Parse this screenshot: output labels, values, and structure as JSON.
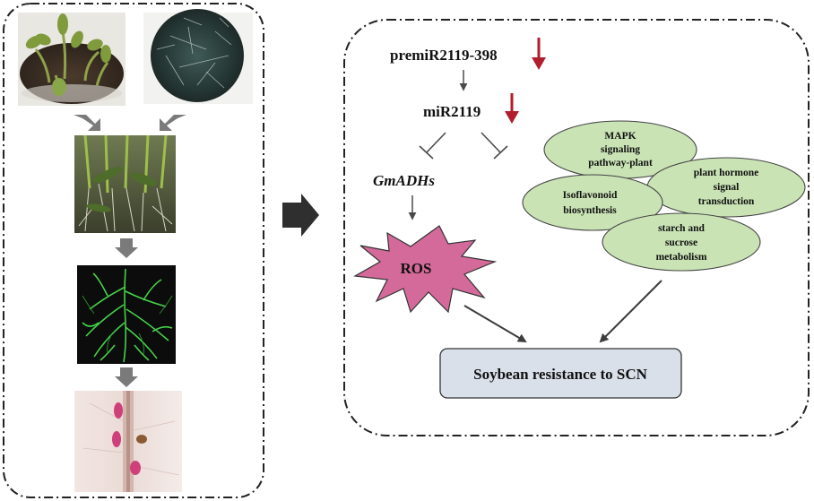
{
  "left_panel": {
    "photos": [
      {
        "name": "soybean-seedlings-photo",
        "caption": ""
      },
      {
        "name": "nematode-culture-dish-photo",
        "caption": ""
      },
      {
        "name": "inoculated-roots-photo",
        "caption": ""
      },
      {
        "name": "stained-root-system-photo",
        "caption": ""
      },
      {
        "name": "root-with-cysts-closeup-photo",
        "caption": ""
      }
    ]
  },
  "pathway": {
    "premir": "premiR2119-398",
    "mir": "miR2119",
    "gene": "GmADHs",
    "ros": "ROS",
    "outcome": "Soybean resistance to SCN",
    "kegg_terms": [
      {
        "id": "mapk",
        "lines": [
          "MAPK",
          "signaling",
          "pathway-plant"
        ]
      },
      {
        "id": "hormone",
        "lines": [
          "plant hormone",
          "signal",
          "transduction"
        ]
      },
      {
        "id": "isoflavonoid",
        "lines": [
          "Isoflavonoid",
          "biosynthesis"
        ]
      },
      {
        "id": "starch",
        "lines": [
          "starch and",
          "sucrose",
          "metabolism"
        ]
      }
    ]
  },
  "colors": {
    "down_arrow": "#b01e2f",
    "ros_fill": "#d36a9a",
    "ellipse_fill": "#c9e3b5",
    "outcome_box_fill": "#d9e0ea",
    "flow_arrow": "#808080"
  }
}
